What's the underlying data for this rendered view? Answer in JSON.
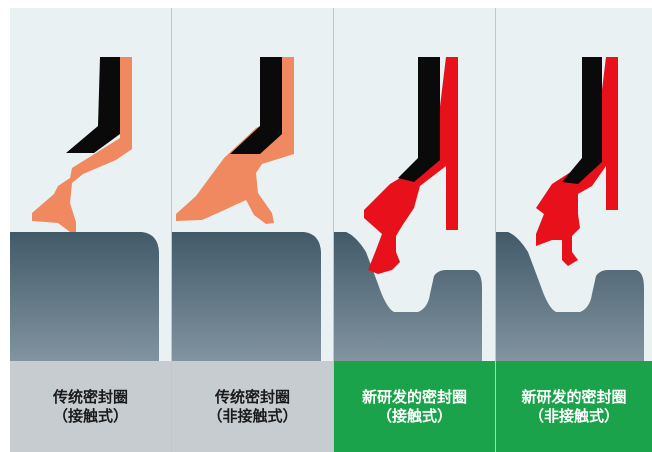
{
  "panels": [
    {
      "title_line1": "传统密封圈",
      "title_line2": "（接触式）",
      "seal_color": "#f0895f",
      "label_bg": "#c7ccd0"
    },
    {
      "title_line1": "传统密封圈",
      "title_line2": "（非接触式）",
      "seal_color": "#f0895f",
      "label_bg": "#c7ccd0"
    },
    {
      "title_line1": "新研发的密封圈",
      "title_line2": "（接触式）",
      "seal_color": "#e8101a",
      "label_bg": "#1aa34a"
    },
    {
      "title_line1": "新研发的密封圈",
      "title_line2": "（非接触式）",
      "seal_color": "#e8101a",
      "label_bg": "#1aa34a"
    }
  ],
  "colors": {
    "panel_bg": "#e9f1f2",
    "shaft_top": "#425a68",
    "shaft_bottom": "#7b8e98",
    "metal_core": "#0a0a0a"
  }
}
